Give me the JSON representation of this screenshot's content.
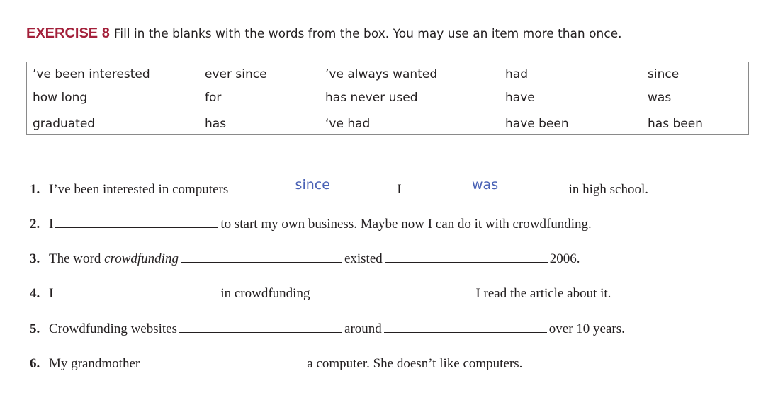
{
  "exercise": {
    "label": "EXERCISE 8",
    "instructions": "Fill in the blanks with the words from the box. You may use an item more than once."
  },
  "word_box": {
    "col1": [
      "’ve been interested",
      "how long",
      "graduated"
    ],
    "col2": [
      "ever since",
      "for",
      "has"
    ],
    "col3": [
      "’ve always wanted",
      "has never used",
      "‘ve had"
    ],
    "col4": [
      "had",
      "have",
      "have been"
    ],
    "col5": [
      "since",
      "was",
      "has been"
    ]
  },
  "sentences": [
    {
      "num": "1.",
      "p1": "I’ve been interested in computers",
      "answer1": "since",
      "p2": "I",
      "answer2": "was",
      "p3": "in high school."
    },
    {
      "num": "2.",
      "p1": "I",
      "p2": "to start my own business. Maybe now I can do it with crowdfunding."
    },
    {
      "num": "3.",
      "p1": "The word ",
      "p1_italic": "crowdfunding",
      "p2": "existed",
      "p3": "2006."
    },
    {
      "num": "4.",
      "p1": "I",
      "p2": "in crowdfunding",
      "p3": "I read the article about it."
    },
    {
      "num": "5.",
      "p1": "Crowdfunding websites",
      "p2": "around",
      "p3": "over 10 years."
    },
    {
      "num": "6.",
      "p1": "My grandmother",
      "p2": "a computer. She doesn’t like computers."
    }
  ]
}
